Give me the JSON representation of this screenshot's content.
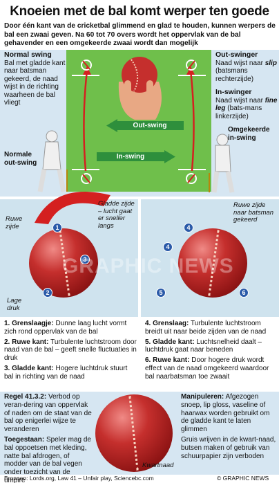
{
  "title": "Knoeien met de bal komt werper ten goede",
  "intro": "Door één kant van de cricketbal glimmend en glad te houden, kunnen werpers de bal een zwaai geven. Na 60 tot 70 overs wordt het oppervlak van de bal gehavender en een omgekeerde zwaai wordt dan mogelijk",
  "left_labels": {
    "normal_swing_title": "Normal swing",
    "normal_swing_text": "Bal met gladde kant naar batsman gekeerd, de naad wijst in de richting waarheen de bal vliegt",
    "normal_outswing_title": "Normale out-swing"
  },
  "right_labels": {
    "outswinger_title": "Out-swinger",
    "outswinger_text_a": "Naad wijst naar",
    "outswinger_text_em": "slip",
    "outswinger_text_b": "(batsmans rechterzijde)",
    "inswinger_title": "In-swinger",
    "inswinger_text_a": "Naad wijst naar",
    "inswinger_text_em": "fine leg",
    "inswinger_text_b": "(bats-mans linkerzijde)",
    "reverse_title": "Omgekeerde in-swing"
  },
  "pitch_arrows": {
    "out_swing": "Out-swing",
    "in_swing": "In-swing"
  },
  "ball_left": {
    "rough_side": "Ruwe zijde",
    "smooth_side": "Gladde zijde – lucht gaat er sneller langs",
    "low_pressure": "Lage druk",
    "markers": [
      "1",
      "2",
      "3"
    ]
  },
  "ball_right": {
    "rough_side": "Ruwe zijde naar batsman gekeerd",
    "markers": [
      "4",
      "4",
      "5",
      "6"
    ]
  },
  "explain_left": [
    {
      "n": "1. Grenslaagje:",
      "t": "Dunne laag lucht vormt zich rond oppervlak van de bal"
    },
    {
      "n": "2. Ruwe kant:",
      "t": "Turbulente luchtstroom door naad van de bal – geeft snelle fluctuaties in druk"
    },
    {
      "n": "3. Gladde kant:",
      "t": "Hogere luchtdruk stuurt bal in richting van de naad"
    }
  ],
  "explain_right": [
    {
      "n": "4. Grenslaag:",
      "t": "Turbulente luchtstroom breidt uit naar beide zijden van de naad"
    },
    {
      "n": "5. Gladde kant:",
      "t": "Luchtsnelheid daalt – luchtdruk gaat naar beneden"
    },
    {
      "n": "6. Ruwe kant:",
      "t": "Door hogere druk wordt effect van de naad omgekeerd waardoor bal naarbatsman toe zwaait"
    }
  ],
  "rule": {
    "title": "Regel 41.3.2:",
    "text": "Verbod op veran-dering van oppervlak of naden om de staat van de bal op enigerlei wijze te veranderen",
    "allowed_title": "Toegestaan:",
    "allowed_text": "Speler mag de bal oppoetsen met kleding, natte bal afdrogen, of modder van de bal vegen onder toezicht van de umpire"
  },
  "manipulation": {
    "title": "Manipuleren:",
    "text": "Afgezogen snoep, lip gloss, vaseline of haarwax worden gebruikt om de gladde kant te laten glimmen",
    "text2": "Gruis wrijven in de kwart-naad, butsen maken of gebruik van schuurpapier zijn verboden"
  },
  "quarter_seam": "Kwartnaad",
  "sources": "Bronnen: Lords.org, Law 41 – Unfair play, Sciencebc.com",
  "copyright": "© GRAPHIC NEWS",
  "watermark": "GRAPHIC NEWS",
  "colors": {
    "pitch": "#6fbf4b",
    "panel": "#d6e6f2",
    "arrow": "#2e8f3c",
    "ball": "#c52f2d",
    "marker": "#2a5aa8"
  }
}
